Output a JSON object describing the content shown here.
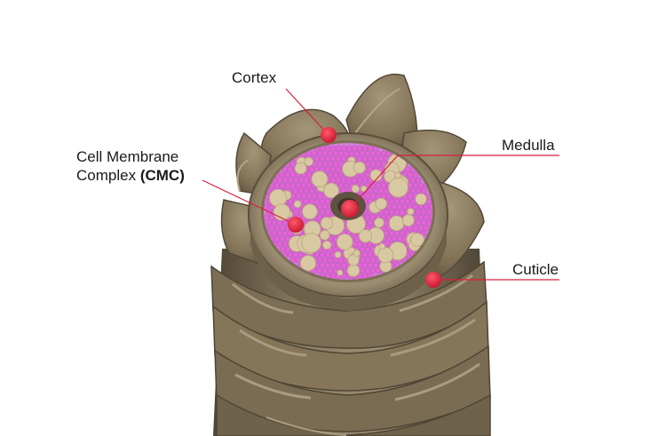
{
  "labels": {
    "cortex": "Cortex",
    "cmc_line1": "Cell Membrane",
    "cmc_line2_prefix": "Complex ",
    "cmc_line2_bold": "(CMC)",
    "medulla": "Medulla",
    "cuticle": "Cuticle"
  },
  "colors": {
    "cuticle_scale": "#8a7b62",
    "cuticle_shadow": "#5e5240",
    "cuticle_highlight": "#a89a80",
    "cortex_matrix": "#d27fd6",
    "cortex_bead": "#e066d6",
    "macrofibril": "#d9c9a3",
    "marker": "#d8203a",
    "leader_line": "#d8203a"
  }
}
